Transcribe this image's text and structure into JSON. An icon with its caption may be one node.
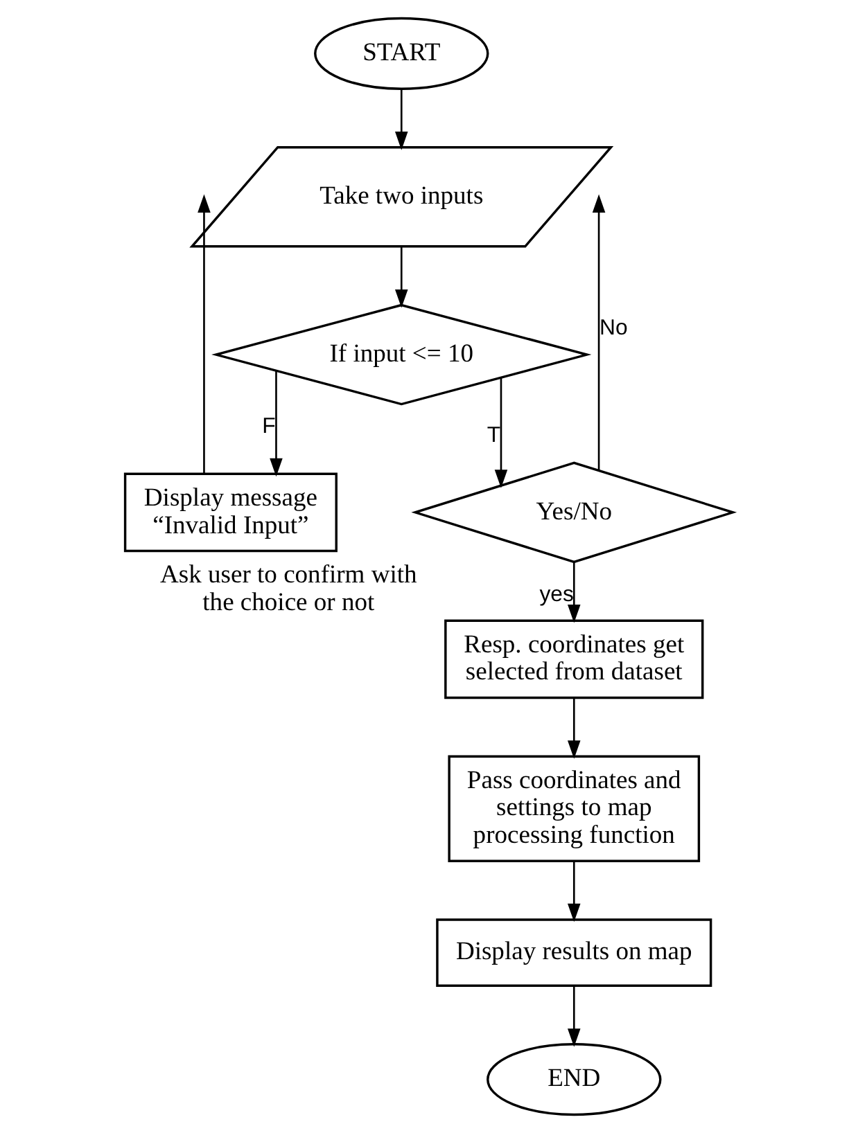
{
  "diagram": {
    "nodes": [
      {
        "text": [
          "START"
        ]
      },
      {
        "text": [
          "Take two inputs"
        ]
      },
      {
        "text": [
          "If input <= 10"
        ]
      },
      {
        "text": [
          "Display message “Invalid Input”"
        ]
      },
      {
        "text": [
          "Yes/No"
        ],
        "beside": [
          "Ask user to confirm with the choice or not"
        ]
      },
      {
        "text": [
          "Resp. coordinates get selected from dataset"
        ]
      },
      {
        "text": [
          "Pass coordinates and settings to map processing function"
        ]
      },
      {
        "text": [
          "Display results on map"
        ]
      },
      {
        "text": [
          "END"
        ]
      }
    ],
    "edges": [
      {
        "from": 0,
        "to": 1,
        "arrow": "to"
      },
      {
        "from": 1,
        "to": 2,
        "arrow": "to"
      },
      {
        "from": 2,
        "to": 3,
        "arrow": "to",
        "label": "F"
      },
      {
        "from": 2,
        "to": 4,
        "arrow": "to",
        "label": "T"
      },
      {
        "from": 3,
        "to": 1,
        "arrow": "to"
      },
      {
        "from": 4,
        "to": 1,
        "arrow": "to",
        "label": "No"
      },
      {
        "from": 4,
        "to": 5,
        "arrow": "to",
        "label": "yes"
      },
      {
        "from": 5,
        "to": 6,
        "arrow": "to"
      },
      {
        "from": 6,
        "to": 7,
        "arrow": "to"
      },
      {
        "from": 7,
        "to": 8,
        "arrow": "to"
      }
    ]
  }
}
